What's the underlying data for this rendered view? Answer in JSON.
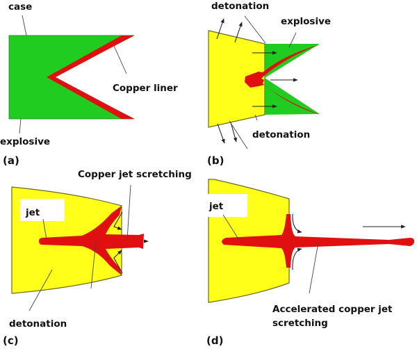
{
  "figure": {
    "description": "Shaped charge jet formation stages",
    "colors": {
      "explosive": "#1fcc1f",
      "liner": "#e01010",
      "detonation_products": "#ffff1a",
      "text": "#111111"
    },
    "panels": [
      {
        "id": "a",
        "panel_label": "(a)",
        "labels": {
          "case": "case",
          "liner": "Copper liner",
          "explosive": "explosive"
        }
      },
      {
        "id": "b",
        "panel_label": "(b)",
        "labels": {
          "detonation_top": "detonation",
          "explosive": "explosive",
          "detonation_bottom": "detonation"
        }
      },
      {
        "id": "c",
        "panel_label": "(c)",
        "labels": {
          "jet": "jet",
          "scretching": "Copper jet scretching",
          "detonation": "detonation"
        }
      },
      {
        "id": "d",
        "panel_label": "(d)",
        "labels": {
          "jet": "jet",
          "accelerated_line1": "Accelerated copper jet",
          "accelerated_line2": "scretching"
        }
      }
    ]
  }
}
